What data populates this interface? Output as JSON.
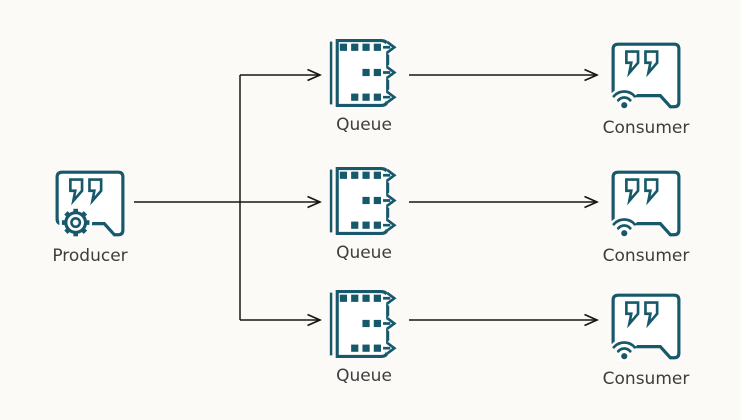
{
  "diagram": {
    "background_color": "#fbfaf7",
    "icon_color": "#17596b",
    "icon_fill_color": "#ffffff",
    "connector_color": "#161616",
    "label_color": "#3d3d3d",
    "nodes": [
      {
        "id": "producer",
        "label": "Producer",
        "icon": "gear-speech-bubble-icon"
      },
      {
        "id": "queue-1",
        "label": "Queue",
        "icon": "queue-icon"
      },
      {
        "id": "queue-2",
        "label": "Queue",
        "icon": "queue-icon"
      },
      {
        "id": "queue-3",
        "label": "Queue",
        "icon": "queue-icon"
      },
      {
        "id": "consumer-1",
        "label": "Consumer",
        "icon": "wifi-speech-bubble-icon"
      },
      {
        "id": "consumer-2",
        "label": "Consumer",
        "icon": "wifi-speech-bubble-icon"
      },
      {
        "id": "consumer-3",
        "label": "Consumer",
        "icon": "wifi-speech-bubble-icon"
      }
    ],
    "edges": [
      {
        "from": "producer",
        "to": "queue-1"
      },
      {
        "from": "producer",
        "to": "queue-2"
      },
      {
        "from": "producer",
        "to": "queue-3"
      },
      {
        "from": "queue-1",
        "to": "consumer-1"
      },
      {
        "from": "queue-2",
        "to": "consumer-2"
      },
      {
        "from": "queue-3",
        "to": "consumer-3"
      }
    ]
  }
}
